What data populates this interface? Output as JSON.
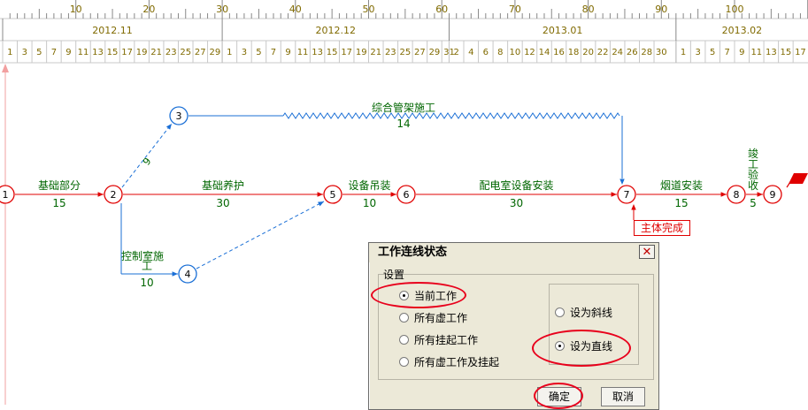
{
  "colors": {
    "critical": "#e00000",
    "normal": "#1a6fd6",
    "ruler_text": "#806a00",
    "label_green": "#006600",
    "grid": "#c8c8c8"
  },
  "ruler": {
    "scale_numbers": [
      "10",
      "20",
      "30",
      "40",
      "50",
      "60",
      "70",
      "80",
      "90",
      "100"
    ],
    "months": [
      "2012.11",
      "2012.12",
      "2013.01",
      "2013.02"
    ],
    "days_nov": [
      "1",
      "3",
      "5",
      "7",
      "9",
      "11",
      "13",
      "15",
      "17",
      "19",
      "21",
      "23",
      "25",
      "27",
      "29"
    ],
    "days_dec": [
      "1",
      "3",
      "5",
      "7",
      "9",
      "11",
      "13",
      "15",
      "17",
      "19",
      "21",
      "23",
      "25",
      "27",
      "29",
      "31"
    ],
    "days_jan": [
      "2",
      "4",
      "6",
      "8",
      "10",
      "12",
      "14",
      "16",
      "18",
      "20",
      "22",
      "24",
      "26",
      "28",
      "30"
    ],
    "days_feb": [
      "1",
      "3",
      "5",
      "7",
      "9",
      "11",
      "13",
      "15",
      "17"
    ]
  },
  "network": {
    "nodes": [
      "1",
      "2",
      "3",
      "4",
      "5",
      "6",
      "7",
      "8",
      "9"
    ],
    "activities": [
      {
        "name": "基础部分",
        "duration": "15"
      },
      {
        "name": "基础养护",
        "duration": "30"
      },
      {
        "name": "设备吊装",
        "duration": "10"
      },
      {
        "name": "配电室设备安装",
        "duration": "30"
      },
      {
        "name": "烟道安装",
        "duration": "15"
      },
      {
        "name": "竣工验收",
        "duration": "5"
      },
      {
        "name": "综合管架施工",
        "duration": "14"
      },
      {
        "name": "控制室施工",
        "duration": "10"
      }
    ],
    "dummy_label": "9",
    "milestone": "主体完成"
  },
  "dialog": {
    "title": "工作连线状态",
    "close_glyph": "✕",
    "group_label": "设置",
    "scope_options": [
      "当前工作",
      "所有虚工作",
      "所有挂起工作",
      "所有虚工作及挂起"
    ],
    "scope_selected": "当前工作",
    "line_options": [
      "设为斜线",
      "设为直线"
    ],
    "line_selected": "设为直线",
    "ok_label": "确定",
    "cancel_label": "取消"
  }
}
